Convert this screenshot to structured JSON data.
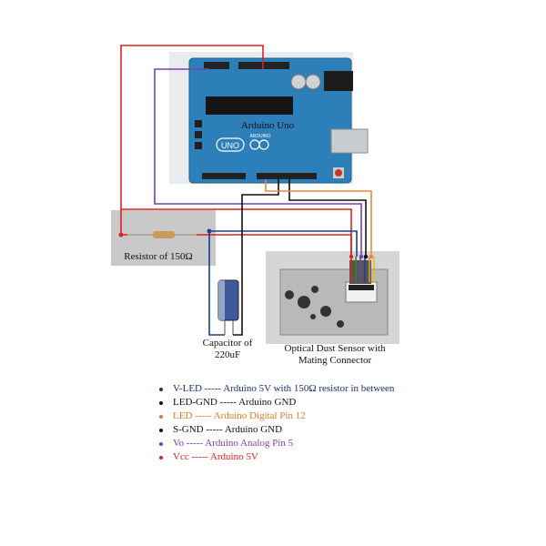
{
  "diagram": {
    "board_title": "Arduino Uno",
    "board_logo": "UNO",
    "board_brand": "ARDUINO",
    "resistor_label": "Resistor of 150Ω",
    "capacitor_label_line1": "Capacitor of",
    "capacitor_label_line2": "220uF",
    "sensor_label_line1": "Optical Dust Sensor with",
    "sensor_label_line2": "Mating Connector",
    "icons": {
      "board": "arduino-board-icon",
      "resistor": "resistor-icon",
      "capacitor": "capacitor-icon",
      "sensor": "dust-sensor-icon"
    },
    "colors": {
      "wire_red": "#e0201e",
      "wire_purple": "#7a3fb0",
      "wire_blue": "#1a3f8f",
      "wire_black": "#111111",
      "wire_orange": "#e8883a",
      "board_blue": "#2c7fb8"
    }
  },
  "legend": [
    {
      "text": "V-LED ----- Arduino 5V with 150Ω resistor in between",
      "color": "#1a2f6e"
    },
    {
      "text": "LED-GND ----- Arduino GND",
      "color": "#111111"
    },
    {
      "text": "LED ----- Arduino Digital Pin 12",
      "color": "#e07a2a"
    },
    {
      "text": "S-GND ----- Arduino GND",
      "color": "#111111"
    },
    {
      "text": "Vo ----- Arduino Analog Pin 5",
      "color": "#7a3fb0"
    },
    {
      "text": "Vcc ----- Arduino 5V",
      "color": "#e0201e"
    }
  ]
}
